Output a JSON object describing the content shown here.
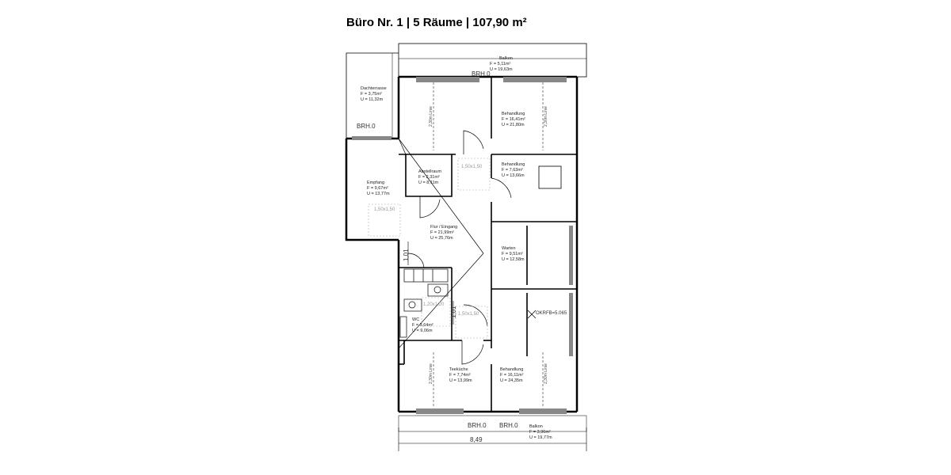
{
  "title": "Büro Nr. 1 | 5 Räume | 107,90 m²",
  "rooms": {
    "balkon_top": {
      "name": "Balkon",
      "area": "F = 5,11m²",
      "perimeter": "U = 19,63m"
    },
    "dachterrasse": {
      "name": "Dachterrasse",
      "area": "F = 3,75m²",
      "perimeter": "U = 11,32m"
    },
    "behandlung_1": {
      "name": "Behandlung",
      "area": "F = 16,41m²",
      "perimeter": "U = 21,80m"
    },
    "behandlung_2": {
      "name": "Behandlung",
      "area": "F = 7,63m²",
      "perimeter": "U = 13,66m"
    },
    "abstellraum": {
      "name": "Abstellraum",
      "area": "F = 2,31m²",
      "perimeter": "U = 8,11m"
    },
    "empfang": {
      "name": "Empfang",
      "area": "F = 9,67m²",
      "perimeter": "U = 13,77m"
    },
    "flur": {
      "name": "Flur / Eingang",
      "area": "F = 21,99m²",
      "perimeter": "U = 25,76m"
    },
    "warten": {
      "name": "Warten",
      "area": "F = 9,51m²",
      "perimeter": "U = 12,58m"
    },
    "wc": {
      "name": "WC",
      "area": "F = 3,64m²",
      "perimeter": "U = 9,06m"
    },
    "teekueche": {
      "name": "Teeküche",
      "area": "F = 7,74m²",
      "perimeter": "U = 13,99m"
    },
    "behandlung_3": {
      "name": "Behandlung",
      "area": "F = 16,11m²",
      "perimeter": "U = 24,35m"
    },
    "balkon_bottom": {
      "name": "Balkon",
      "area": "F = 3,96m²",
      "perimeter": "U = 19,77m"
    }
  },
  "labels": {
    "brh_top": "BRH.0",
    "brh_left": "BRH.0",
    "brh_bottom_left": "BRH.0",
    "brh_bottom_right": "BRH.0",
    "dim_bottom": "8,49",
    "dim_101_a": "1,01",
    "dim_101_b": "1,01",
    "okrfb": "OKRFB=5.065",
    "line_230": "2,30m Linie",
    "turn_150_a": "1,50x1,50",
    "turn_150_b": "1,50x1,50",
    "turn_150_c": "1,50x1,50",
    "turn_120": "1,20x1,20"
  }
}
